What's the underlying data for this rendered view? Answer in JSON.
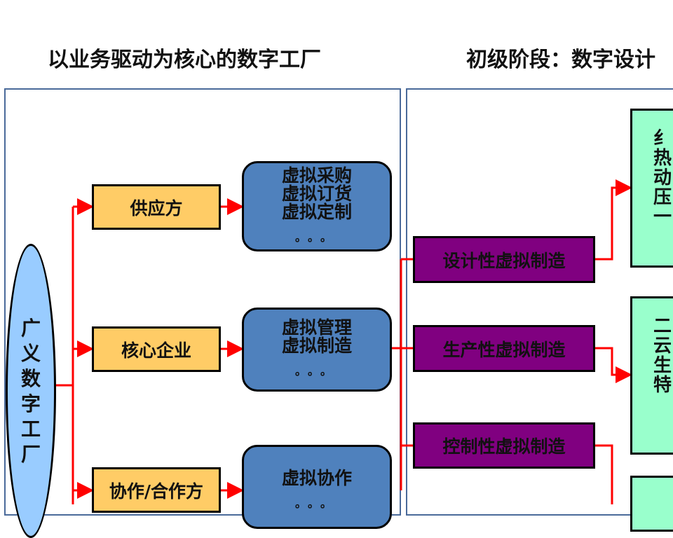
{
  "titles": {
    "left": "以业务驱动为核心的数字工厂",
    "right": "初级阶段：数字设计"
  },
  "root": {
    "label": [
      "广",
      "义",
      "数",
      "字",
      "工",
      "厂"
    ]
  },
  "parties": [
    {
      "label": "供应方",
      "activities": [
        "虚拟采购",
        "虚拟订货",
        "虚拟定制"
      ],
      "more": "。。。"
    },
    {
      "label": "核心企业",
      "activities": [
        "虚拟管理",
        "虚拟制造"
      ],
      "more": "。。。"
    },
    {
      "label": "协作/合作方",
      "activities": [
        "虚拟协作"
      ],
      "more": "。。。"
    }
  ],
  "manufacturing_types": [
    "设计性虚拟制造",
    "生产性虚拟制造",
    "控制性虚拟制造"
  ],
  "green_boxes": [
    {
      "lines": [
        "纟",
        "热",
        "动",
        "压",
        "一"
      ]
    },
    {
      "lines": [
        "二",
        "云",
        "生",
        "特"
      ]
    },
    {
      "lines": []
    }
  ],
  "colors": {
    "arrow": "#ff0000",
    "party": "#ffcc66",
    "activity": "#4f81bd",
    "type": "#800080",
    "result": "#99ffcc",
    "root": "#99ccff"
  }
}
